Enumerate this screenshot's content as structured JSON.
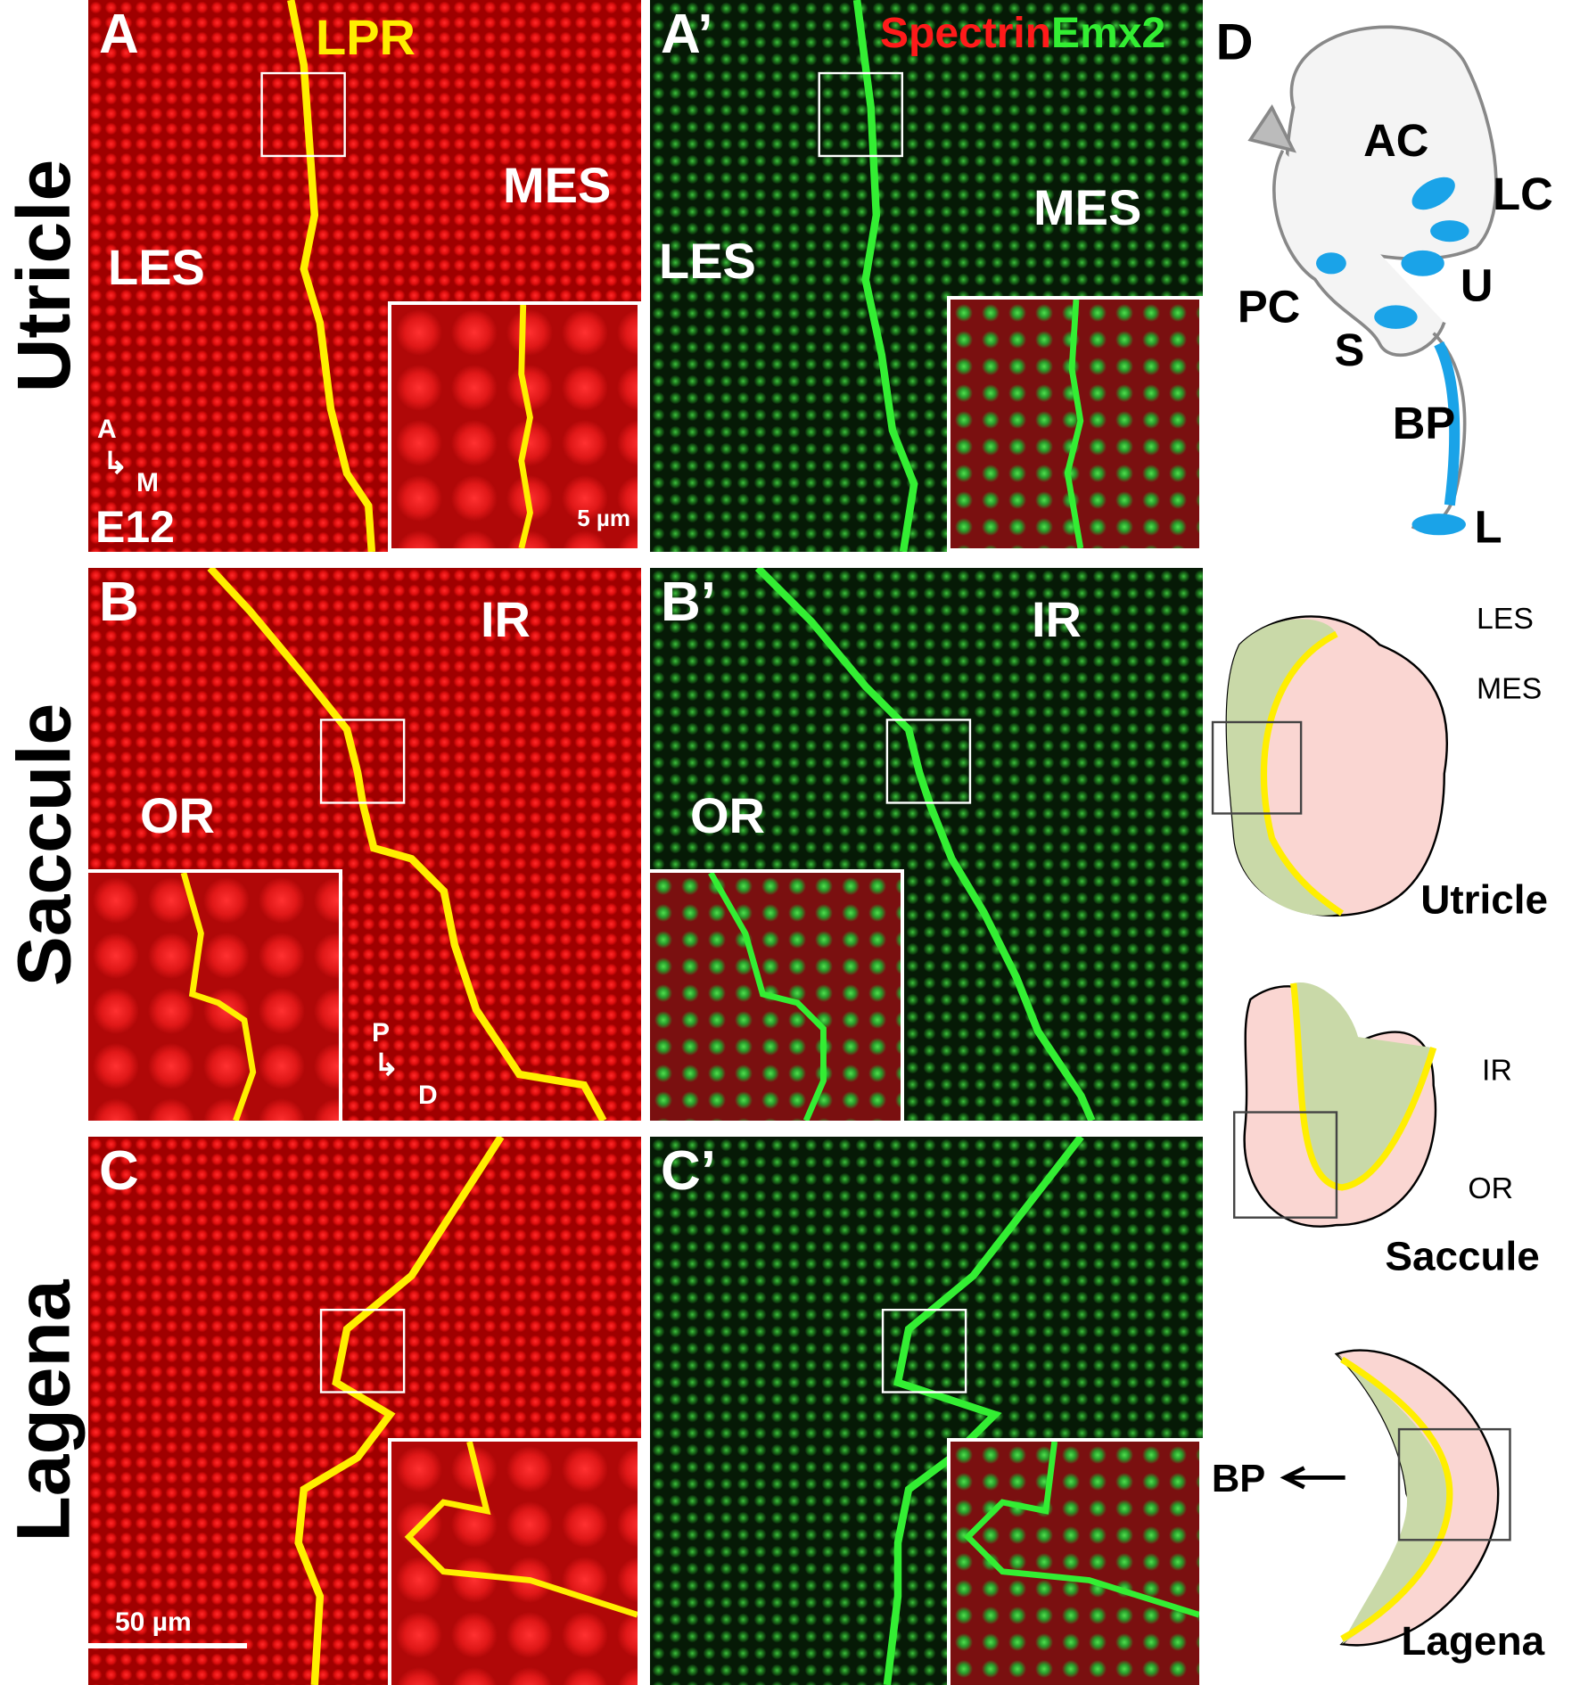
{
  "rows": [
    "Utricle",
    "Saccule",
    "Lagena"
  ],
  "panelA": {
    "letter": "A",
    "boundary": "LPR",
    "left": "LES",
    "right": "MES",
    "axis_up": "A",
    "axis_right": "M",
    "stage": "E12",
    "scale": "5 µm"
  },
  "panelA2": {
    "letter": "A’",
    "stain1": "Spectrin",
    "stain2": "Emx2",
    "left": "LES",
    "right": "MES"
  },
  "panelB": {
    "letter": "B",
    "right": "IR",
    "left": "OR",
    "axis_up": "P",
    "axis_right": "D"
  },
  "panelB2": {
    "letter": "B’",
    "right": "IR",
    "left": "OR"
  },
  "panelC": {
    "letter": "C",
    "scale": "50 µm"
  },
  "panelC2": {
    "letter": "C’"
  },
  "panelD": {
    "letter": "D",
    "ear": {
      "AC": "AC",
      "LC": "LC",
      "PC": "PC",
      "U": "U",
      "S": "S",
      "BP": "BP",
      "L": "L"
    },
    "utricle": {
      "title": "Utricle",
      "les": "LES",
      "mes": "MES"
    },
    "saccule": {
      "title": "Saccule",
      "ir": "IR",
      "or": "OR"
    },
    "lagena": {
      "title": "Lagena",
      "bp": "BP"
    }
  },
  "colors": {
    "yellow": "#ffee00",
    "green": "#33ee33",
    "blue": "#1aa3e8"
  }
}
